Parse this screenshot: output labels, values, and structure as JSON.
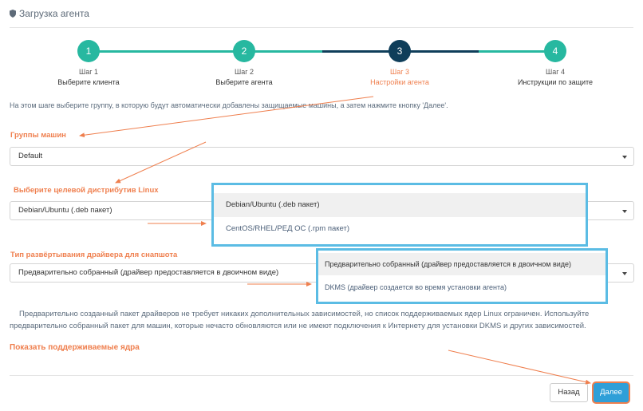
{
  "window": {
    "title": "Загрузка агента"
  },
  "steps": [
    {
      "number": "1",
      "step_label": "Шаг 1",
      "name": "Выберите клиента",
      "state": "done"
    },
    {
      "number": "2",
      "step_label": "Шаг 2",
      "name": "Выберите агента",
      "state": "done"
    },
    {
      "number": "3",
      "step_label": "Шаг 3",
      "name": "Настройки агента",
      "state": "current"
    },
    {
      "number": "4",
      "step_label": "Шаг 4",
      "name": "Инструкции по защите",
      "state": "todo"
    }
  ],
  "intro": "На этом шаге выберите группу, в которую будут автоматически добавлены защищаемые машины, а затем нажмите кнопку 'Далее'.",
  "machine_groups": {
    "label": "Группы машин",
    "value": "Default"
  },
  "distribution": {
    "label": "Выберите целевой дистрибутив Linux",
    "value": "Debian/Ubuntu (.deb пакет)",
    "options": [
      "Debian/Ubuntu (.deb пакет)",
      "CentOS/RHEL/РЕД ОС (.rpm пакет)"
    ]
  },
  "driver_type": {
    "label": "Тип развёртывания драйвера для снапшота",
    "value": "Предварительно собранный (драйвер предоставляется в двоичном виде)",
    "options": [
      "Предварительно собранный (драйвер предоставляется в двоичном виде)",
      "DKMS (драйвер создается во время установки агента)"
    ]
  },
  "info": "Предварительно созданный пакет драйверов не требует никаких дополнительных зависимостей, но список поддерживаемых ядер Linux ограничен. Используйте предварительно собранный пакет для машин, которые нечасто обновляются или не имеют подключения к Интернету для установки DKMS и других зависимостей.",
  "show_kernels_link": "Показать поддерживаемые ядра",
  "buttons": {
    "back": "Назад",
    "next": "Далее"
  },
  "colors": {
    "done": "#27b8a0",
    "current": "#0f3e5a",
    "todo": "#27b8a0",
    "accent": "#ef7f4e",
    "highlight": "#5bbce4",
    "primary": "#2f9fd8"
  }
}
